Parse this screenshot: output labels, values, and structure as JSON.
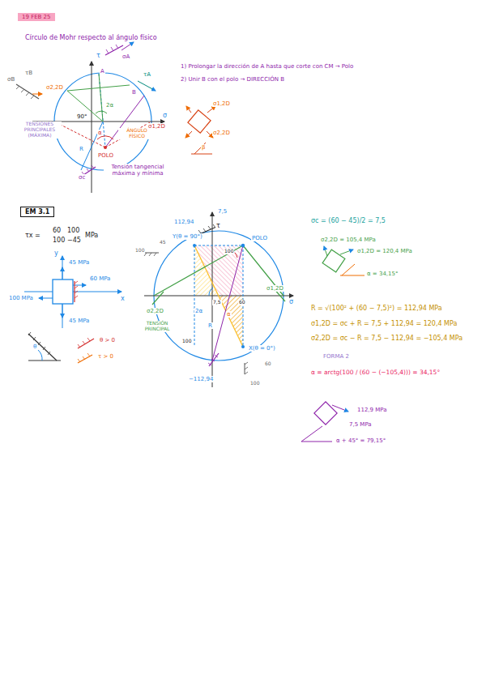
{
  "diagram": {
    "nodes": [
      {
        "text": [
          "19 FEB 25"
        ]
      },
      {
        "text": [
          "EM 3.1"
        ]
      }
    ],
    "labels": [
      "Círculo de Mohr respecto al ángulo físico",
      "1) Prolongar la dirección de A hasta que corte con CM → Polo",
      "2) Unir B con el polo → DIRECCIÓN B",
      "τ",
      "σ",
      "σB",
      "τB",
      "τA",
      "σA",
      "A",
      "B",
      "2α",
      "90°",
      "α",
      "ÁNGULO FÍSICO",
      "σ1,2D",
      "σ2,2D",
      "POLO",
      "R",
      "σc",
      "TENSIONES PRINCIPALES (MÁXIMA)",
      "Tensión tangencial máxima y mínima",
      "σ1,2D",
      "σ2,2D",
      "β",
      "τx =",
      "60",
      "100",
      "100",
      "−45",
      "MPa",
      "y",
      "x",
      "45 MPa",
      "60 MPa",
      "100 MPa",
      "45 MPa",
      "θ > 0",
      "τ > 0",
      "θ",
      "112,94",
      "7,5",
      "τ",
      "Y(θ = 90°)",
      "100",
      "45",
      "100",
      "POLO",
      "σ2,2D",
      "σ1,2D",
      "σ",
      "TENSIÓN PRINCIPAL",
      "2α",
      "α",
      "7,5",
      "60",
      "R",
      "100",
      "X(θ = 0°)",
      "−112,94",
      "100",
      "60",
      "σc = (60 − 45)/2 = 7,5",
      "σ2,2D = 105,4 MPa",
      "σ1,2D = 120,4 MPa",
      "α = 34,15°",
      "R = √(100² + (60 − 7,5)²) = 112,94 MPa",
      "σ1,2D = σc + R = 7,5 + 112,94 = 120,4 MPa",
      "σ2,2D = σc − R = 7,5 − 112,94 = −105,4 MPa",
      "FORMA 2",
      "α = arctg(100 / (60 − (−105,4))) = 34,15°",
      "112,9 MPa",
      "7,5 MPa",
      "α + 45° = 79,15°"
    ]
  }
}
